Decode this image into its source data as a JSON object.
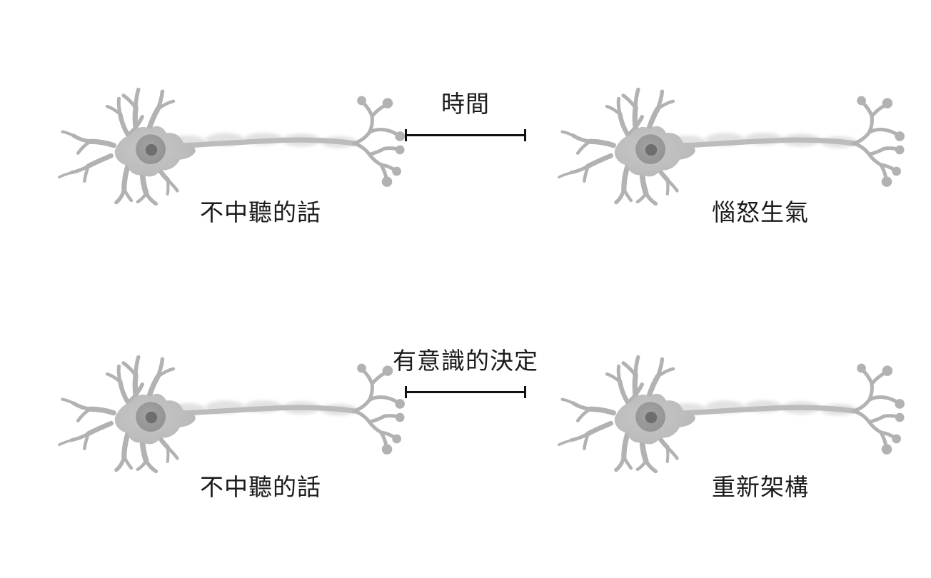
{
  "diagram": {
    "title": "",
    "background_color": "#ffffff",
    "text_color": "#1b1b1b",
    "neuron_colors": {
      "soma": "#bdbdbd",
      "dendrite": "#b2b2b2",
      "axon": "#bcbcbc",
      "myelin": "#e2e2e2",
      "nucleus_outer": "#9a9a9a",
      "nucleus_inner": "#6e6e6e",
      "terminal_bulb": "#b2b2b2"
    },
    "line_color": "#111111"
  },
  "rows": [
    {
      "id": "row-reactive",
      "left_caption": "不中聽的話",
      "right_caption": "惱怒生氣",
      "connector_label": "時間"
    },
    {
      "id": "row-reframe",
      "left_caption": "不中聽的話",
      "right_caption": "重新架構",
      "connector_label": "有意識的決定"
    }
  ],
  "captions": {
    "top_left": "不中聽的話",
    "top_right": "惱怒生氣",
    "bottom_left": "不中聽的話",
    "bottom_right": "重新架構"
  },
  "connectors": {
    "top": "時間",
    "bottom": "有意識的決定"
  },
  "icons": {
    "neuron": "neuron-icon",
    "dimension_line": "dimension-line-icon"
  }
}
